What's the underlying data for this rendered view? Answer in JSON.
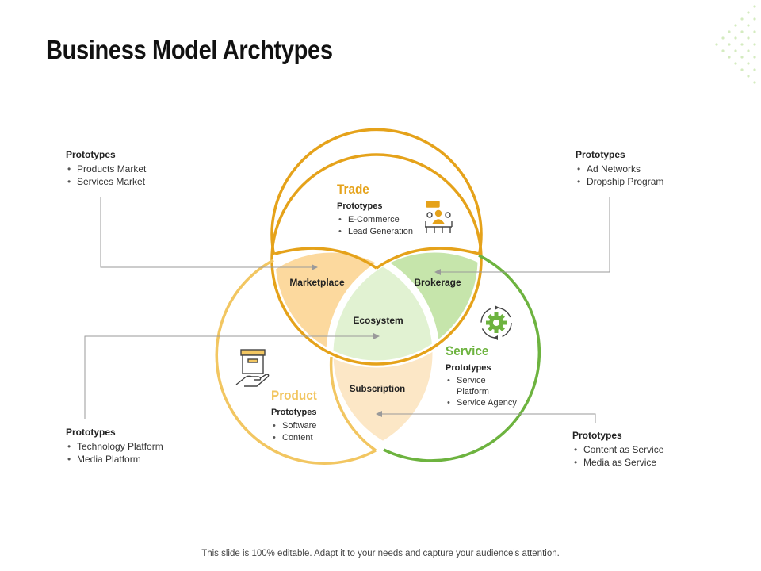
{
  "title": "Business Model Archtypes",
  "footer": "This slide is 100% editable. Adapt it to your needs and capture your audience's attention.",
  "colors": {
    "trade": "#E5A21A",
    "service": "#6DB33F",
    "product": "#F2C661"
  },
  "icons": {
    "trade": "meeting-people-icon",
    "service": "gear-cycle-icon",
    "product": "box-in-hand-icon"
  },
  "circles": {
    "trade": {
      "name": "Trade",
      "heading": "Prototypes",
      "items": [
        "E-Commerce",
        "Lead Generation"
      ]
    },
    "service": {
      "name": "Service",
      "heading": "Prototypes",
      "items": [
        "Service Platform",
        "Service Agency"
      ]
    },
    "product": {
      "name": "Product",
      "heading": "Prototypes",
      "items": [
        "Software",
        "Content"
      ]
    }
  },
  "regions": {
    "marketplace": "Marketplace",
    "brokerage": "Brokerage",
    "ecosystem": "Ecosystem",
    "subscription": "Subscription"
  },
  "callouts": {
    "top_left": {
      "heading": "Prototypes",
      "items": [
        "Products Market",
        "Services Market"
      ]
    },
    "top_right": {
      "heading": "Prototypes",
      "items": [
        "Ad Networks",
        "Dropship Program"
      ]
    },
    "bottom_left": {
      "heading": "Prototypes",
      "items": [
        "Technology Platform",
        "Media Platform"
      ]
    },
    "bottom_right": {
      "heading": "Prototypes",
      "items": [
        "Content as Service",
        "Media as Service"
      ]
    }
  }
}
